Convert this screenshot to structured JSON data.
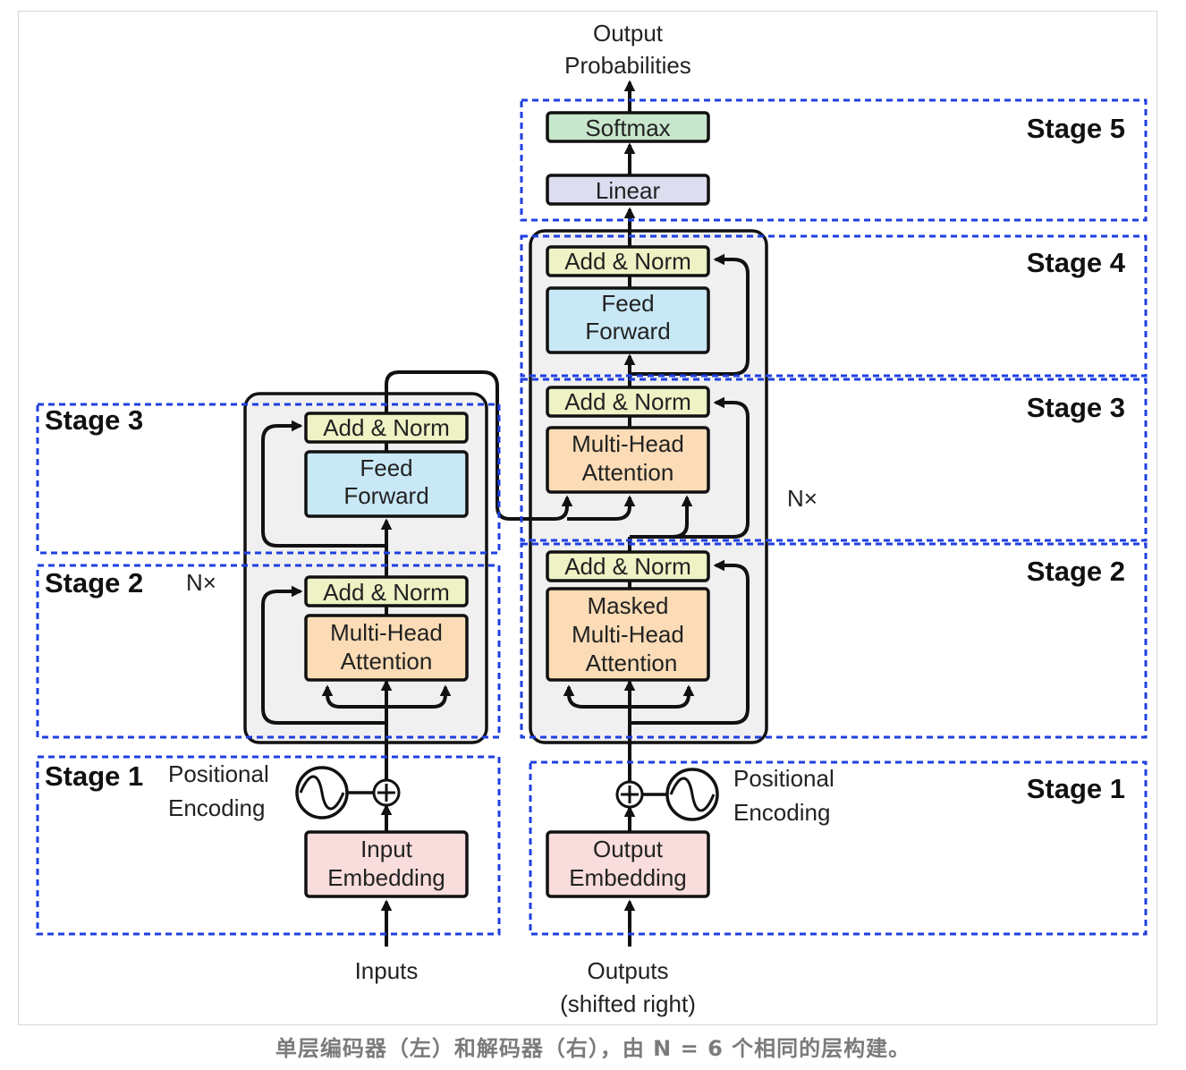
{
  "labels": {
    "output_probs_1": "Output",
    "output_probs_2": "Probabilities",
    "softmax": "Softmax",
    "linear": "Linear",
    "add_norm": "Add & Norm",
    "feed_1": "Feed",
    "feed_2": "Forward",
    "mha_1": "Multi-Head",
    "mha_2": "Attention",
    "masked": "Masked",
    "nx": "N×",
    "pos_enc_1": "Positional",
    "pos_enc_2": "Encoding",
    "input_emb_1": "Input",
    "input_emb_2": "Embedding",
    "output_emb_1": "Output",
    "output_emb_2": "Embedding",
    "inputs": "Inputs",
    "outputs_1": "Outputs",
    "outputs_2": "(shifted right)"
  },
  "stages": {
    "s1": "Stage 1",
    "s2": "Stage 2",
    "s3": "Stage 3",
    "s4": "Stage 4",
    "s5": "Stage 5"
  },
  "colors": {
    "add_norm": "#eef2c4",
    "feed_forward": "#c9e8f6",
    "attention": "#fbdcb6",
    "embedding": "#f9dcdc",
    "softmax": "#c8e6cc",
    "linear": "#dcdef0",
    "block_bg": "#f0f0f0",
    "stage_border": "#1f3fe0"
  },
  "caption": "单层编码器（左）和解码器（右），由 N = 6 个相同的层构建。"
}
